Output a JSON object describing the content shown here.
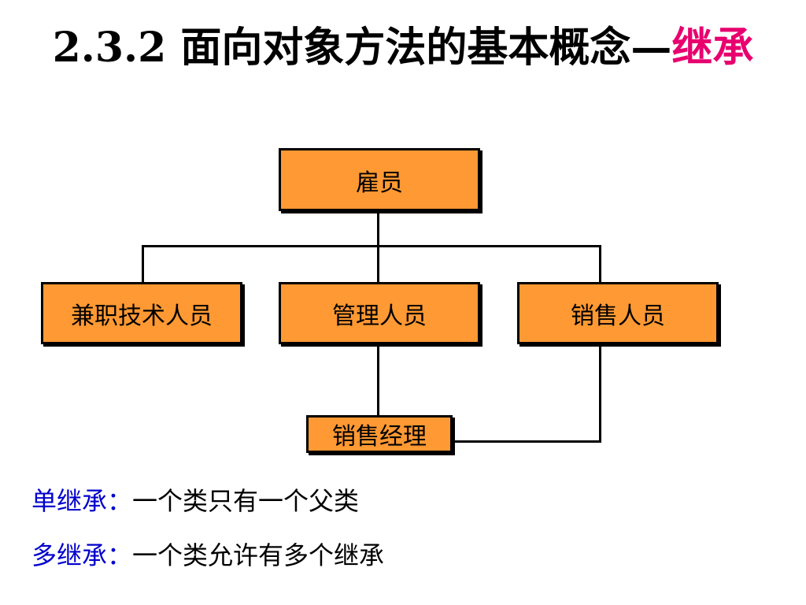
{
  "slide": {
    "title_prefix": "2.3.2 面向对象方法的基本概念—",
    "title_accent": "继承"
  },
  "diagram": {
    "root": "雇员",
    "children": [
      "兼职技术人员",
      "管理人员",
      "销售人员"
    ],
    "multi_child": "销售经理",
    "colors": {
      "box_fill": "#ff9933",
      "title_accent": "#e8006f",
      "term": "#0000cc"
    }
  },
  "definitions": [
    {
      "term": "单继承：",
      "text": "一个类只有一个父类"
    },
    {
      "term": "多继承：",
      "text": "一个类允许有多个继承"
    }
  ]
}
